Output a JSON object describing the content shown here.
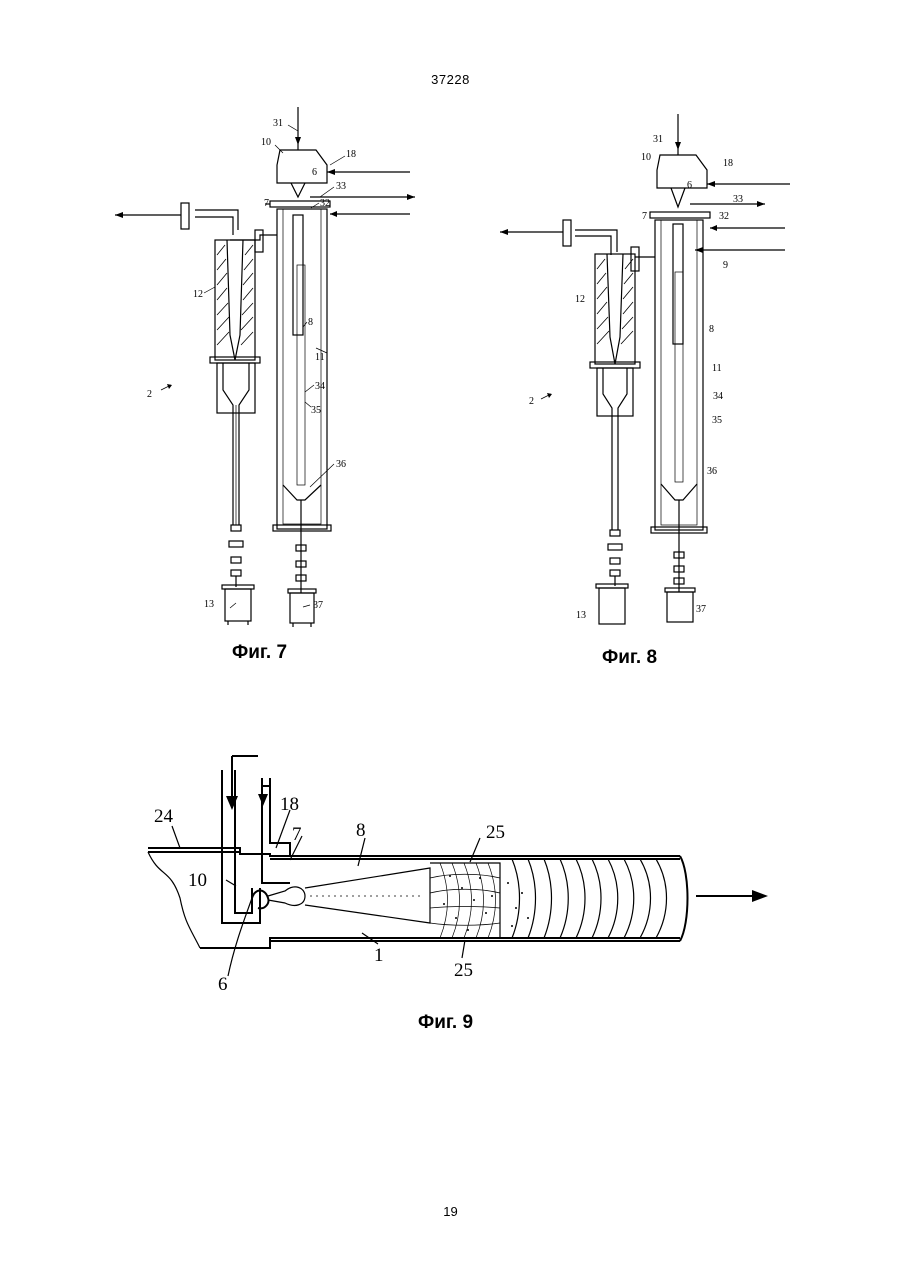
{
  "header": {
    "document_number": "37228"
  },
  "figures": [
    {
      "caption": "Фиг. 7",
      "labels": {
        "l31": "31",
        "l10": "10",
        "l18": "18",
        "l6": "6",
        "l33": "33",
        "l7": "7",
        "l32": "32",
        "l12": "12",
        "l8": "8",
        "l11": "11",
        "l2": "2",
        "l34": "34",
        "l35": "35",
        "l36": "36",
        "l13": "13",
        "l37": "37"
      }
    },
    {
      "caption": "Фиг. 8",
      "labels": {
        "l31": "31",
        "l10": "10",
        "l18": "18",
        "l6": "6",
        "l33": "33",
        "l7": "7",
        "l32": "32",
        "l9": "9",
        "l12": "12",
        "l8": "8",
        "l11": "11",
        "l2": "2",
        "l34": "34",
        "l35": "35",
        "l36": "36",
        "l13": "13",
        "l37": "37"
      }
    },
    {
      "caption": "Фиг. 9",
      "labels": {
        "l24": "24",
        "l18": "18",
        "l7": "7",
        "l8": "8",
        "l25a": "25",
        "l10": "10",
        "l1": "1",
        "l25b": "25",
        "l6": "6"
      }
    }
  ],
  "footer": {
    "page_number": "19"
  }
}
